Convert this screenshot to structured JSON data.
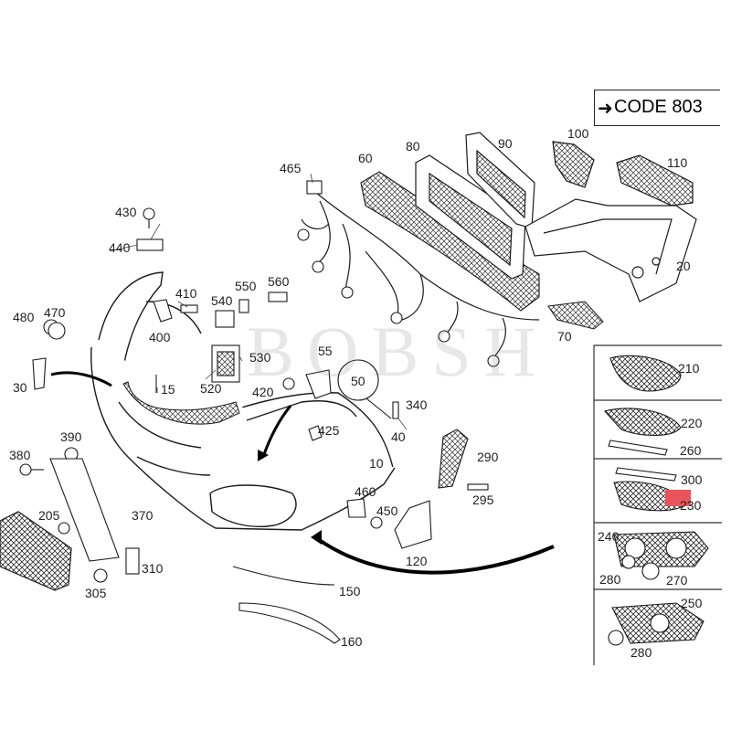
{
  "code_box": {
    "arrow": "➜",
    "text": "CODE 803"
  },
  "watermark": "BOBSH",
  "labels": {
    "l465": "465",
    "l60": "60",
    "l80": "80",
    "l90": "90",
    "l100": "100",
    "l110": "110",
    "l430": "430",
    "l440": "440",
    "l20": "20",
    "l410": "410",
    "l550": "550",
    "l560": "560",
    "l540": "540",
    "l480": "480",
    "l470": "470",
    "l400": "400",
    "l530": "530",
    "l55": "55",
    "l50": "50",
    "l70": "70",
    "l520": "520",
    "l420": "420",
    "l15": "15",
    "l30": "30",
    "l340": "340",
    "l425": "425",
    "l40": "40",
    "l390": "390",
    "l380": "380",
    "l10": "10",
    "l290": "290",
    "l460": "460",
    "l295": "295",
    "l205": "205",
    "l370": "370",
    "l450": "450",
    "l310": "310",
    "l305": "305",
    "l120": "120",
    "l150": "150",
    "l160": "160",
    "l210": "210",
    "l220": "220",
    "l260": "260",
    "l300": "300",
    "l230": "230",
    "l240": "240",
    "l280a": "280",
    "l270": "270",
    "l250": "250",
    "l280b": "280"
  },
  "colors": {
    "line": "#1a1a1a",
    "highlight": "#e8545a",
    "part_fill": "#ffffff",
    "panel_border": "#333333"
  }
}
